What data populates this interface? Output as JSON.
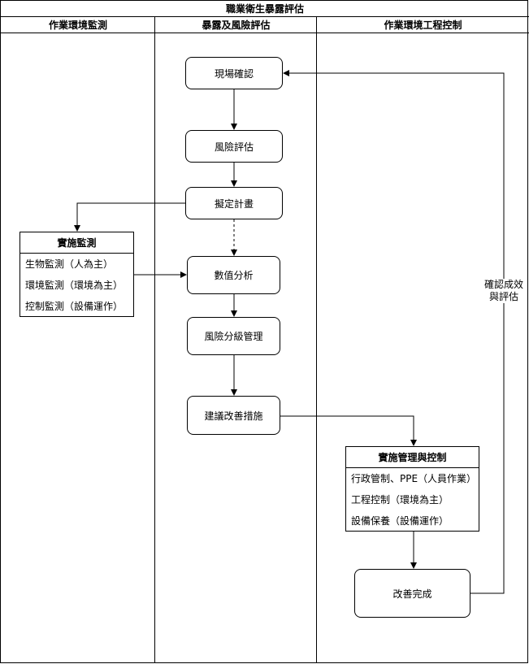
{
  "title": "職業衛生暴露評估",
  "lanes": [
    {
      "name": "作業環境監測"
    },
    {
      "name": "暴露及風險評估"
    },
    {
      "name": "作業環境工程控制"
    }
  ],
  "nodes": {
    "site_check": "現場確認",
    "risk_assess": "風險評估",
    "plan": "擬定計畫",
    "numeric_analysis": "數值分析",
    "risk_grading": "風險分級管理",
    "suggest_improve": "建議改善措施",
    "improve_done": "改善完成"
  },
  "monitoring": {
    "title": "實施監測",
    "items": [
      "生物監測（人為主）",
      "環境監測（環境為主）",
      "控制監測（設備運作）"
    ]
  },
  "control": {
    "title": "實施管理與控制",
    "items": [
      "行政管制、PPE（人員作業）",
      "工程控制（環境為主）",
      "設備保養（設備運作）"
    ]
  },
  "edge_labels": {
    "confirm_evaluate": [
      "確認成效",
      "與評估"
    ]
  },
  "colors": {
    "stroke": "#000000",
    "background": "#ffffff"
  }
}
